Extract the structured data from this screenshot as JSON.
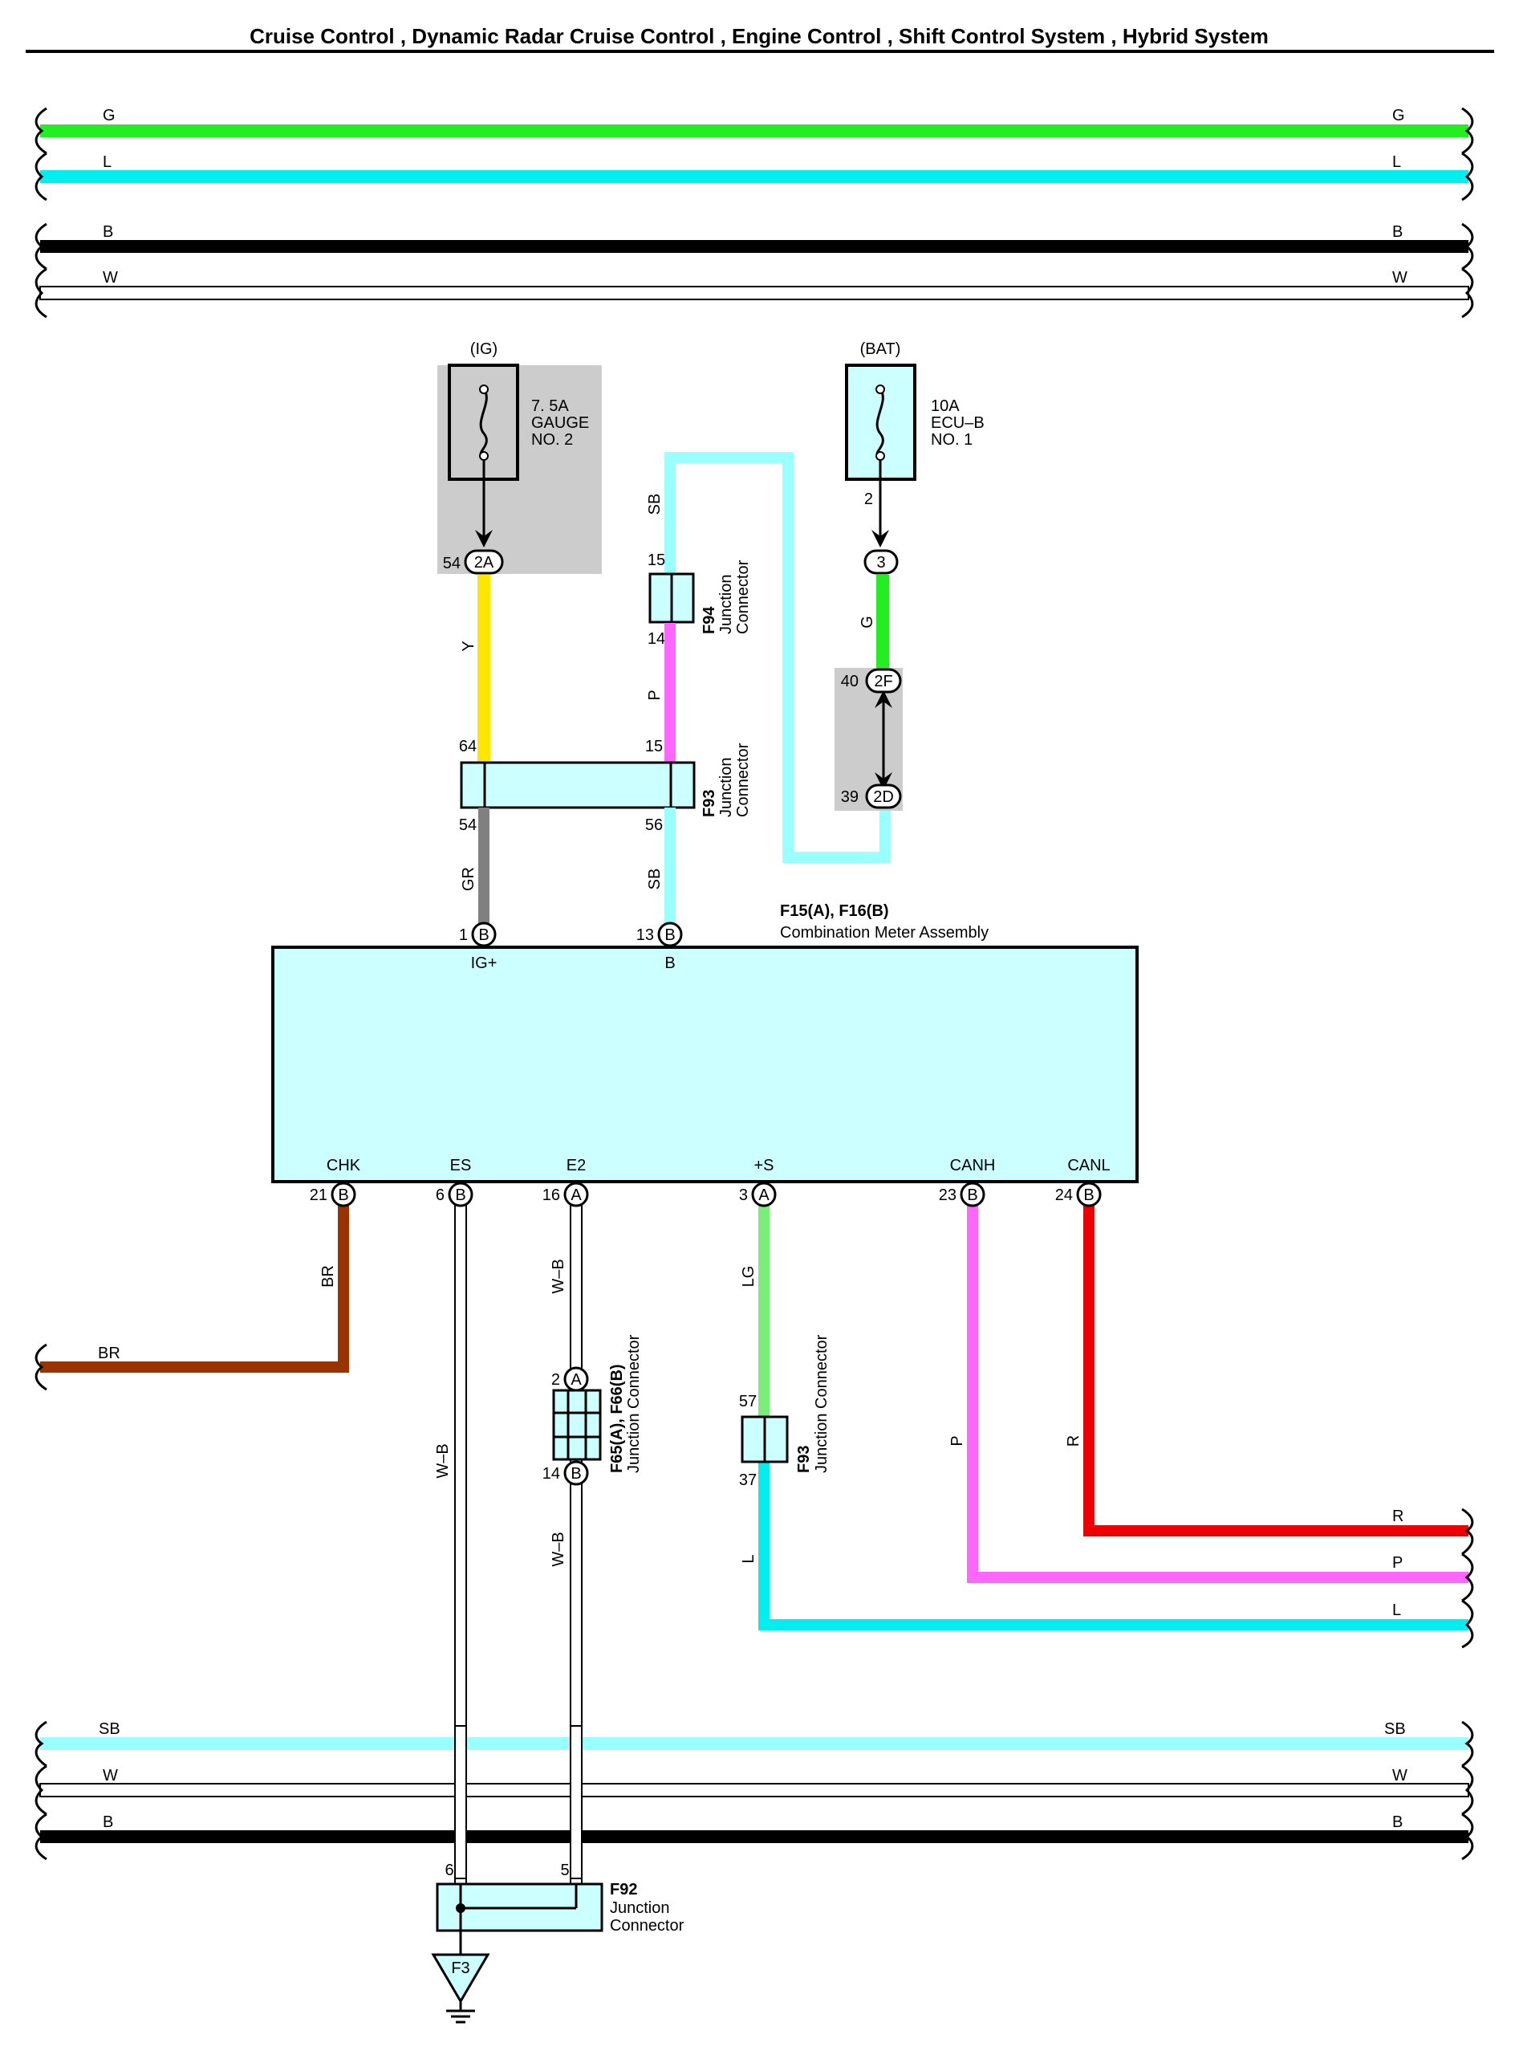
{
  "title": "Cruise Control , Dynamic Radar Cruise Control , Engine Control , Shift Control System , Hybrid System",
  "colors": {
    "G": "#22ee22",
    "L": "#00eeee",
    "B": "#000000",
    "W": "#ffffff",
    "Y": "#ffe600",
    "P": "#ff66ff",
    "GR": "#808080",
    "SB": "#99ffff",
    "BR": "#993300",
    "LG": "#77ee77",
    "R": "#ee0000",
    "component_fill": "#ccffff",
    "shade": "#cccccc"
  },
  "top_buses": [
    {
      "left_label": "G",
      "right_label": "G",
      "color_key": "G"
    },
    {
      "left_label": "L",
      "right_label": "L",
      "color_key": "L"
    },
    {
      "left_label": "B",
      "right_label": "B",
      "color_key": "B"
    },
    {
      "left_label": "W",
      "right_label": "W",
      "color_key": "W"
    }
  ],
  "bottom_buses": [
    {
      "left_label": "SB",
      "right_label": "SB",
      "color_key": "SB"
    },
    {
      "left_label": "W",
      "right_label": "W",
      "color_key": "W"
    },
    {
      "left_label": "B",
      "right_label": "B",
      "color_key": "B"
    }
  ],
  "fuses": {
    "ig": {
      "source": "(IG)",
      "line1": "7. 5A",
      "line2": "GAUGE",
      "line3": "NO. 2",
      "connector": "2A",
      "pin": "54"
    },
    "bat": {
      "source": "(BAT)",
      "line1": "10A",
      "line2": "ECU–B",
      "line3": "NO. 1",
      "pin_top": "2",
      "connector": "3"
    }
  },
  "connectors": {
    "f94": {
      "id": "F94",
      "name_line1": "Junction",
      "name_line2": "Connector",
      "pin_top": "15",
      "pin_bottom": "14"
    },
    "f93_top": {
      "id": "F93",
      "name_line1": "Junction",
      "name_line2": "Connector",
      "pin_left_top": "64",
      "pin_right_top": "15",
      "pin_left_bottom": "54",
      "pin_right_bottom": "56"
    },
    "c2f": {
      "connector": "2F",
      "pin": "40"
    },
    "c2d": {
      "connector": "2D",
      "pin": "39"
    },
    "f65": {
      "id": "F65(A), F66(B)",
      "name": "Junction Connector",
      "pin_top": "2",
      "conn_top": "A",
      "pin_bottom": "14",
      "conn_bottom": "B"
    },
    "f93_low": {
      "id": "F93",
      "name": "Junction Connector",
      "pin_top": "57",
      "pin_bottom": "37"
    },
    "f92": {
      "id": "F92",
      "name_line1": "Junction",
      "name_line2": "Connector",
      "pin_left": "6",
      "pin_right": "5"
    },
    "ground": {
      "id": "F3"
    }
  },
  "meter": {
    "id": "F15(A), F16(B)",
    "name": "Combination Meter Assembly",
    "top_pins": [
      {
        "pin": "1",
        "conn": "B",
        "terminal": "IG+"
      },
      {
        "pin": "13",
        "conn": "B",
        "terminal": "B"
      }
    ],
    "bottom_pins": [
      {
        "pin": "21",
        "conn": "B",
        "terminal": "CHK"
      },
      {
        "pin": "6",
        "conn": "B",
        "terminal": "ES"
      },
      {
        "pin": "16",
        "conn": "A",
        "terminal": "E2"
      },
      {
        "pin": "3",
        "conn": "A",
        "terminal": "+S"
      },
      {
        "pin": "23",
        "conn": "B",
        "terminal": "CANH"
      },
      {
        "pin": "24",
        "conn": "B",
        "terminal": "CANL"
      }
    ]
  },
  "wire_labels": {
    "ig_wire": "Y",
    "f94_in": "SB",
    "f94_out": "P",
    "bat_wire": "G",
    "igp_wire": "GR",
    "b_wire": "SB",
    "chk_wire": "BR",
    "chk_exit": "BR",
    "es_wire": "W–B",
    "e2_upper": "W–B",
    "e2_lower": "W–B",
    "s_upper": "LG",
    "s_lower": "L",
    "canh_wire": "P",
    "canl_wire": "R",
    "exit_r": "R",
    "exit_p": "P",
    "exit_l": "L"
  }
}
